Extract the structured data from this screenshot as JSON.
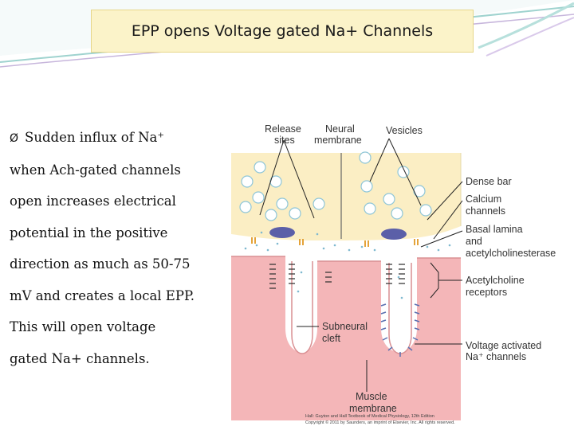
{
  "slide": {
    "title": "EPP opens Voltage gated Na+ Channels",
    "bullet_symbol": "Ø",
    "body_lines": [
      "Sudden influx of Na⁺",
      "when Ach-gated channels",
      "open  increases electrical",
      "potential in the positive",
      "direction as much as 50-75",
      "mV and creates a local EPP.",
      "This will open voltage",
      "gated Na+ channels."
    ]
  },
  "figure": {
    "labels": {
      "release_sites_1": "Release",
      "release_sites_2": "sites",
      "neural_membrane_1": "Neural",
      "neural_membrane_2": "membrane",
      "vesicles": "Vesicles",
      "dense_bar": "Dense bar",
      "calcium_1": "Calcium",
      "calcium_2": "channels",
      "basal_1": "Basal lamina",
      "basal_2": "and",
      "basal_3": "acetylcholinesterase",
      "ach_rec_1": "Acetylcholine",
      "ach_rec_2": "receptors",
      "subneural_1": "Subneural",
      "subneural_2": "cleft",
      "volt_1": "Voltage activated",
      "volt_2": "Na⁺ channels",
      "muscle_1": "Muscle",
      "muscle_2": "membrane",
      "credit_1": "Hall: Guyton and Hall Textbook of Medical Physiology, 12th Edition",
      "credit_2": "Copyright © 2011 by Saunders, an imprint of Elsevier, Inc. All rights reserved."
    },
    "colors": {
      "nerve": "#fbeec4",
      "muscle": "#f4b6b8",
      "vesicle": "#8fc6d8",
      "dense_bar": "#5b5fa8",
      "calcium_channel": "#e4a33a",
      "receptor": "#333333",
      "na_channel": "#5a6fb0"
    }
  }
}
